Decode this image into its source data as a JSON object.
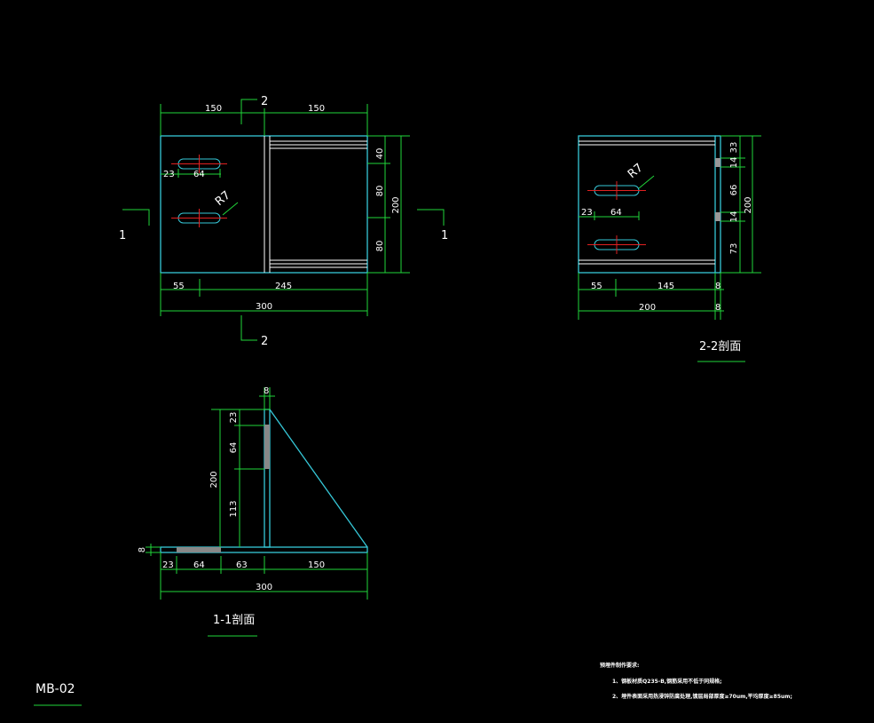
{
  "colors": {
    "background": "#000000",
    "outline": "#36c8d8",
    "dimension": "#21d63a",
    "slot_axis": "#e02020",
    "text": "#ffffff",
    "bars": "#ffffff"
  },
  "plan_view": {
    "top_dims": [
      "150",
      "150"
    ],
    "section_mark_2": "2",
    "section_mark_1": "1",
    "right_dims": [
      "40",
      "80",
      "80"
    ],
    "right_total": "200",
    "slot_dims": {
      "edge": "23",
      "length": "64",
      "radius": "R7"
    },
    "bottom_dims": [
      "55",
      "245"
    ],
    "bottom_total": "300"
  },
  "section_2_2": {
    "right_dims": [
      "33",
      "14",
      "66",
      "14",
      "73"
    ],
    "right_total": "200",
    "slot_dims": {
      "edge": "23",
      "length": "64",
      "radius": "R7"
    },
    "bottom_dims": [
      "55",
      "145",
      "8"
    ],
    "bottom_total": "200",
    "bottom_total_end": "8",
    "title": "2-2剖面"
  },
  "section_1_1": {
    "top_thickness": "8",
    "left_dims": [
      "23",
      "64",
      "113"
    ],
    "left_total": "200",
    "base_thickness": "8",
    "bottom_dims": [
      "23",
      "64",
      "63",
      "150"
    ],
    "bottom_total": "300",
    "title": "1-1剖面"
  },
  "drawing_id": "MB-02",
  "notes": {
    "heading": "预埋件制作要求:",
    "lines": [
      "1、钢板材质Q235-B,钢筋采用不低于同规格;",
      "2、埋件表面采用热浸锌防腐处理,镀层局部厚度≥70um,平均厚度≥85um;"
    ]
  }
}
